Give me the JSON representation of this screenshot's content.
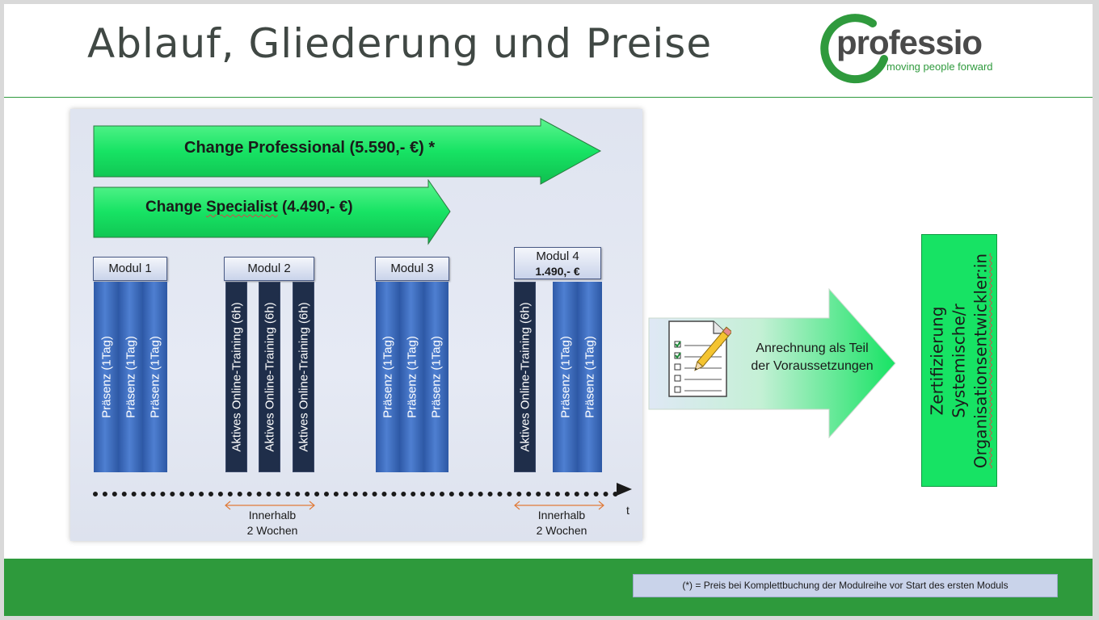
{
  "title": "Ablauf, Gliederung und Preise",
  "logo": {
    "name": "professio",
    "tagline": "moving people forward"
  },
  "arrows": {
    "professional": "Change Professional (5.590,- €) *",
    "specialist_prefix": "Change ",
    "specialist_word": "Specialist",
    "specialist_suffix": " (4.490,- €)"
  },
  "modules": [
    {
      "label": "Modul 1"
    },
    {
      "label": "Modul 2"
    },
    {
      "label": "Modul 3"
    },
    {
      "label": "Modul 4",
      "price": "1.490,- €"
    }
  ],
  "bars": {
    "praesenz": "Präsenz (1Tag)",
    "online": "Aktives Online-Training (6h)"
  },
  "timeline": {
    "axis_label": "t",
    "span_line1": "Innerhalb",
    "span_line2": "2 Wochen"
  },
  "credit": {
    "line1": "Anrechnung als Teil",
    "line2": "der Voraussetzungen"
  },
  "certification": {
    "line1": "Zertifizierung",
    "line2": "Systemische/r",
    "line3": "Organisationsentwickler:in"
  },
  "footnote": "(*) = Preis bei Komplettbuchung der Modulreihe vor Start des ersten Moduls",
  "colors": {
    "green_accent": "#17e364",
    "footer_green": "#2e9a3c",
    "module_blue": "#3d6cc0",
    "dark_bar": "#1f2e4a"
  }
}
